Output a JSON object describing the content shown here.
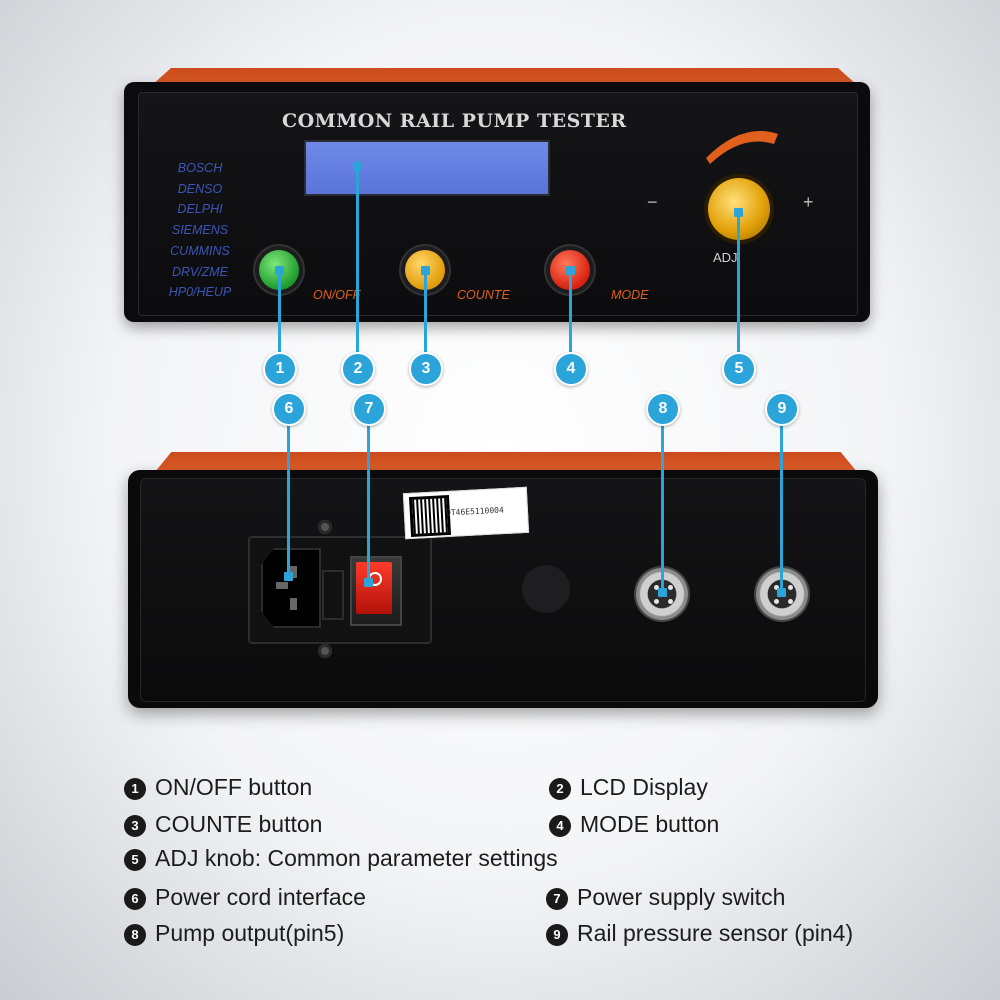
{
  "device": {
    "title": "COMMON RAIL PUMP TESTER",
    "brands": [
      "BOSCH",
      "DENSO",
      "DELPHI",
      "SIEMENS",
      "CUMMINS",
      "DRV/ZME",
      "HP0/HEUP"
    ],
    "front_labels": {
      "onoff": "ON/OFF",
      "counte": "COUNTE",
      "mode": "MODE"
    },
    "knob": {
      "minus": "−",
      "plus": "+",
      "label": "ADJ."
    },
    "serial": "QT46E5110004"
  },
  "callouts": [
    "1",
    "2",
    "3",
    "4",
    "5",
    "6",
    "7",
    "8",
    "9"
  ],
  "legend": [
    {
      "num": "1",
      "text": "ON/OFF button"
    },
    {
      "num": "2",
      "text": "LCD Display"
    },
    {
      "num": "3",
      "text": "COUNTE button"
    },
    {
      "num": "4",
      "text": "MODE button"
    },
    {
      "num": "5",
      "text": "ADJ knob: Common parameter settings"
    },
    {
      "num": "6",
      "text": "Power cord interface"
    },
    {
      "num": "7",
      "text": "Power supply switch"
    },
    {
      "num": "8",
      "text": "Pump output(pin5)"
    },
    {
      "num": "9",
      "text": "Rail pressure sensor (pin4)"
    }
  ],
  "colors": {
    "callout": "#2aa4d9",
    "case_orange": "#e8652c",
    "lcd": "#6e8ae8"
  }
}
